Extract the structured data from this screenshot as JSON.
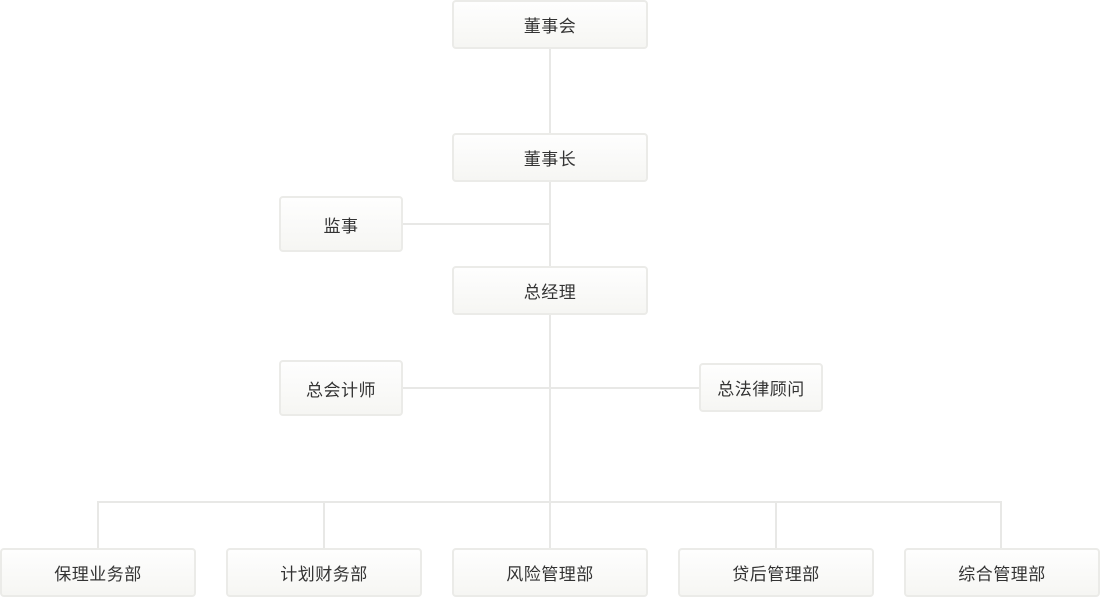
{
  "org_chart": {
    "board": "董事会",
    "chairman": "董事长",
    "supervisor": "监事",
    "general_manager": "总经理",
    "chief_accountant": "总会计师",
    "general_counsel": "总法律顾问",
    "departments": [
      "保理业务部",
      "计划财务部",
      "风险管理部",
      "贷后管理部",
      "综合管理部"
    ]
  }
}
